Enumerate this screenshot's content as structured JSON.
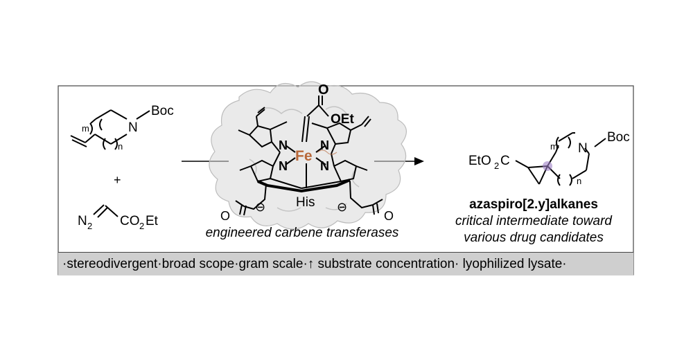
{
  "reactant_amine": {
    "boc": "Boc",
    "n_atom": "N",
    "m_label": "m",
    "n_label": "n"
  },
  "plus": "+",
  "diazo": {
    "n2": "N",
    "n2_sub": "2",
    "ester_co": "CO",
    "ester_sub": "2",
    "ester_et": "Et"
  },
  "catalyst": {
    "carbonyl_o": "O",
    "oet": "OEt",
    "metal": "Fe",
    "n_labels": [
      "N",
      "N",
      "N",
      "N"
    ],
    "axial_ligand": "His",
    "charge": "⊖",
    "carboxylate_o": "O",
    "caption": "engineered carbene transferases"
  },
  "product": {
    "ester_left": "EtO",
    "ester_sub": "2",
    "ester_c": "C",
    "boc": "Boc",
    "n_atom": "N",
    "m_label": "m",
    "n_label": "n",
    "name": "azaspiro[2.y]alkanes",
    "desc_line1": "critical intermediate toward",
    "desc_line2": "various drug candidates"
  },
  "features_caption": "·stereodivergent·broad scope·gram scale·↑ substrate concentration· lyophilized lysate·",
  "colors": {
    "iron": "#b8683a",
    "spiro_highlight": "#9d7fc4",
    "protein_surface": "#d9d9d9",
    "caption_bar": "#cfcfcf"
  }
}
